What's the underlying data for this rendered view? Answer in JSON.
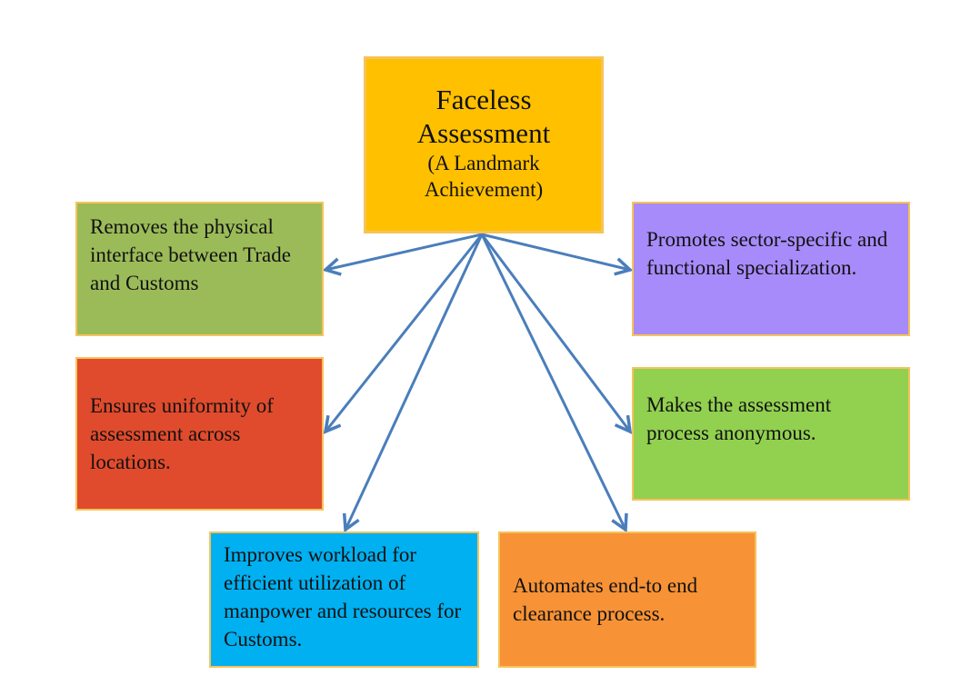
{
  "center": {
    "title": "Faceless Assessment",
    "subtitle": "(A Landmark Achievement)",
    "color": "#ffc000"
  },
  "boxes": [
    {
      "id": "trade",
      "text": "Removes the physical interface between Trade and Customs",
      "color": "#9bbb59"
    },
    {
      "id": "uniform",
      "text": "Ensures uniformity of assessment across locations.",
      "color": "#e04b2d"
    },
    {
      "id": "work",
      "text": "Improves workload for efficient utilization of manpower and resources for Customs.",
      "color": "#00b0f0"
    },
    {
      "id": "auto",
      "text": "Automates end-to end clearance process.",
      "color": "#f79236"
    },
    {
      "id": "sector",
      "text": "Promotes sector-specific and functional specialization.",
      "color": "#a78bfa"
    },
    {
      "id": "anon",
      "text": "Makes the assessment process anonymous.",
      "color": "#92d050"
    }
  ],
  "arrow_color": "#4a7ebb"
}
